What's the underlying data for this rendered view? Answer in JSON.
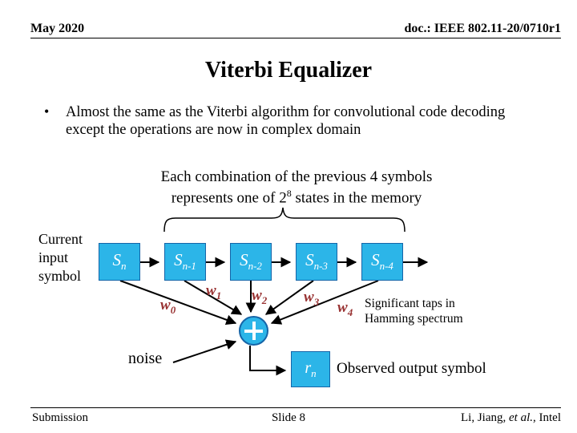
{
  "colors": {
    "background": "#FFFFFF",
    "text": "#000000",
    "box_fill": "#2CB5E8",
    "box_border": "#1565A8",
    "weight_red": "#993333"
  },
  "header": {
    "date": "May 2020",
    "doc": "doc.: IEEE 802.11-20/0710r1"
  },
  "title": "Viterbi Equalizer",
  "bullet": {
    "marker": "•",
    "text": "Almost the same as the Viterbi algorithm for convolutional code decoding except the operations are now in complex domain"
  },
  "note": {
    "line1": "Each combination of the previous 4 symbols",
    "line2_pre": "represents one of 2",
    "line2_sup": "8",
    "line2_post": " states in the memory"
  },
  "diagram": {
    "input_label_line1": "Current",
    "input_label_line2": "input",
    "input_label_line3": "symbol",
    "boxes": [
      {
        "base": "S",
        "sub": "n"
      },
      {
        "base": "S",
        "sub": "n-1"
      },
      {
        "base": "S",
        "sub": "n-2"
      },
      {
        "base": "S",
        "sub": "n-3"
      },
      {
        "base": "S",
        "sub": "n-4"
      }
    ],
    "weights": [
      {
        "base": "w",
        "sub": "0"
      },
      {
        "base": "w",
        "sub": "1"
      },
      {
        "base": "w",
        "sub": "2"
      },
      {
        "base": "w",
        "sub": "3"
      },
      {
        "base": "w",
        "sub": "4"
      }
    ],
    "adder_symbol": "+",
    "taps_note_line1": "Significant taps in",
    "taps_note_line2": "Hamming spectrum",
    "noise_label": "noise",
    "output_box": {
      "base": "r",
      "sub": "n"
    },
    "output_label": "Observed output symbol"
  },
  "footer": {
    "left": "Submission",
    "center": "Slide 8",
    "right_prefix": "Li, Jiang, ",
    "right_etal": "et al.",
    "right_suffix": ", Intel"
  }
}
